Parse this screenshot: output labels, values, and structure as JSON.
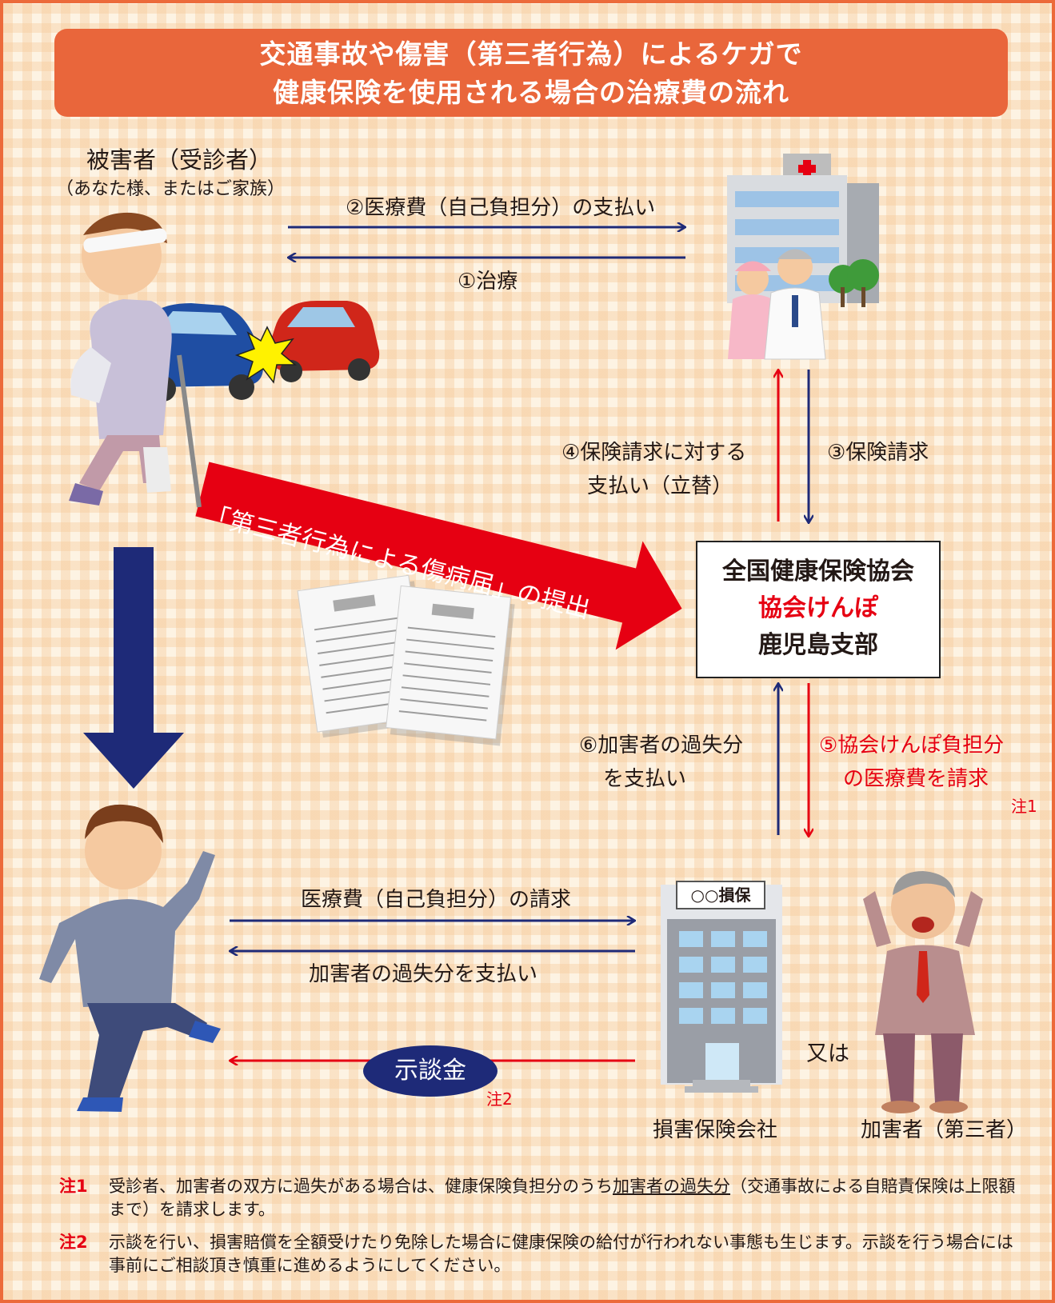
{
  "title": {
    "line1": "交通事故や傷害（第三者行為）によるケガで",
    "line2": "健康保険を使用される場合の治療費の流れ"
  },
  "victim": {
    "label": "被害者（受診者）",
    "sublabel": "（あなた様、またはご家族）"
  },
  "flows": {
    "payment_to_hospital": "②医療費（自己負担分）の支払い",
    "treatment": "①治療",
    "reimbursement_line1": "④保険請求に対する",
    "reimbursement_line2": "支払い（立替）",
    "insurance_claim": "③保険請求",
    "report_submission": "「第三者行為による傷病届」の提出",
    "payment_of_fault_line1": "⑥加害者の過失分",
    "payment_of_fault_line2": "を支払い",
    "claim_line1": "⑤協会けんぽ負担分",
    "claim_line2": "の医療費を請求",
    "claim_note": "注1",
    "claim_to_insurer": "医療費（自己負担分）の請求",
    "fault_payment": "加害者の過失分を支払い",
    "settlement": "示談金",
    "settlement_note": "注2",
    "or": "又は"
  },
  "kyokai": {
    "line1": "全国健康保険協会",
    "line2": "協会けんぽ",
    "line3": "鹿児島支部"
  },
  "insurer": {
    "sign": "○○損保",
    "label": "損害保険会社"
  },
  "perpetrator": {
    "label": "加害者（第三者）"
  },
  "notes": [
    {
      "label": "注1",
      "text_before": "受診者、加害者の双方に過失がある場合は、健康保険負担分のうち",
      "underlined": "加害者の過失分",
      "text_after": "（交通事故による自賠責保険は上限額まで）を請求します。"
    },
    {
      "label": "注2",
      "text": "示談を行い、損害賠償を全額受けたり免除した場合に健康保険の給付が行われない事態も生じます。示談を行う場合には事前にご相談頂き慎重に進めるようにしてください。"
    }
  ],
  "colors": {
    "frame": "#ec6a3a",
    "title_bg": "#e9663b",
    "navy": "#1e2a78",
    "red": "#e60012"
  },
  "icons": [
    "injured-man-icon",
    "crashed-cars-icon",
    "hospital-building-icon",
    "nurse-icon",
    "doctor-icon",
    "documents-icon",
    "recovered-man-icon",
    "insurance-building-icon",
    "angry-old-man-icon"
  ]
}
